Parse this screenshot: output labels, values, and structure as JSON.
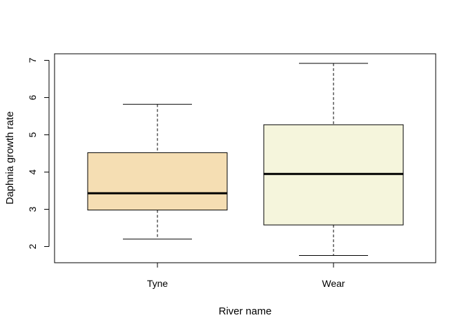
{
  "chart_data": {
    "type": "boxplot",
    "title": "",
    "xlabel": "River name",
    "ylabel": "Daphnia growth rate",
    "categories": [
      "Tyne",
      "Wear"
    ],
    "boxes": [
      {
        "category": "Tyne",
        "min": 2.2,
        "q1": 2.98,
        "median": 3.43,
        "q3": 4.52,
        "max": 5.82,
        "fill": "#F5DEB3"
      },
      {
        "category": "Wear",
        "min": 1.76,
        "q1": 2.58,
        "median": 3.95,
        "q3": 5.27,
        "max": 6.92,
        "fill": "#F5F5DC"
      }
    ],
    "ylim": [
      1.55,
      7.15
    ],
    "yticks": [
      2,
      3,
      4,
      5,
      6,
      7
    ],
    "grid": false,
    "legend": "none"
  }
}
